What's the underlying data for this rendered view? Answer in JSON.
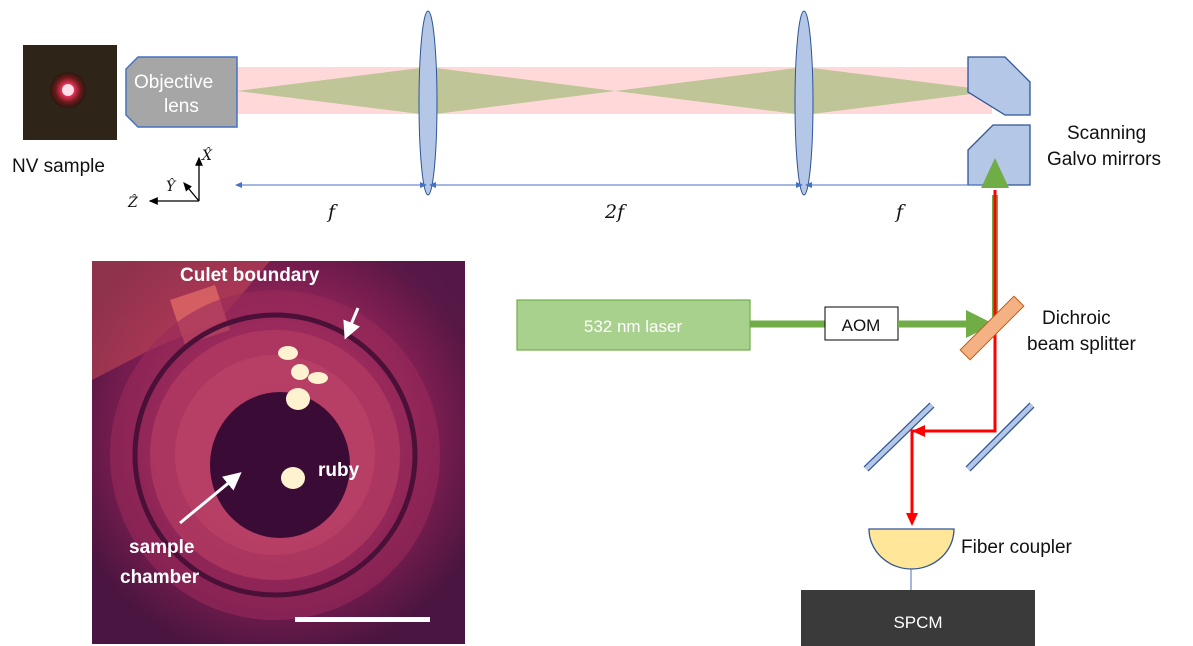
{
  "nv_sample_label": "NV sample",
  "objective_label_line1": "Objective",
  "objective_label_line2": "lens",
  "axes": {
    "y": "Ŷ",
    "x": "X̂",
    "z": "Ẑ"
  },
  "distances": {
    "f1": "f",
    "two_f": "2f",
    "f2": "f"
  },
  "galvo_label_line1": "Scanning",
  "galvo_label_line2": "Galvo mirrors",
  "laser_label": "532 nm laser",
  "aom_label": "AOM",
  "dichroic_label_line1": "Dichroic",
  "dichroic_label_line2": "beam splitter",
  "fiber_coupler_label": "Fiber coupler",
  "spcm_label": "SPCM",
  "micrograph": {
    "culet_label": "Culet boundary",
    "ruby_label": "ruby",
    "chamber_line1": "sample",
    "chamber_line2": "chamber"
  },
  "colors": {
    "green_beam": "#70ad47",
    "red_beam": "#ff0000",
    "laser_box": "#a9d18e",
    "objective": "#a6a6a6",
    "galvo": "#b4c7e7",
    "lens": "#b4c7e7",
    "dichroic": "#f4b183",
    "fiber_coupler": "#ffe699",
    "spcm": "#3a3a3a",
    "dimension_line": "#4472c4"
  }
}
